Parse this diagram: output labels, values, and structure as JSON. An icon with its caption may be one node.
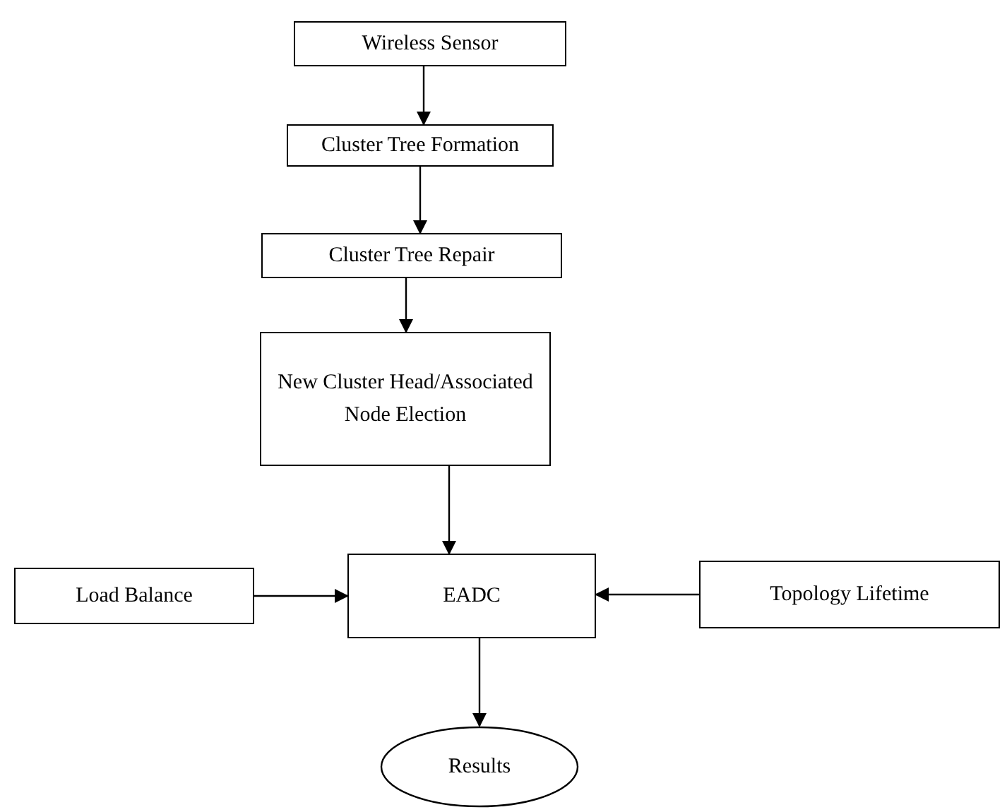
{
  "diagram": {
    "nodes": [
      {
        "text": [
          "Wireless Sensor"
        ]
      },
      {
        "text": [
          "Cluster Tree Formation"
        ]
      },
      {
        "text": [
          "Cluster Tree Repair"
        ]
      },
      {
        "text": [
          "New Cluster Head/Associated Node Election"
        ]
      },
      {
        "text": [
          "EADC"
        ]
      },
      {
        "text": [
          "Load Balance"
        ]
      },
      {
        "text": [
          "Topology Lifetime"
        ]
      },
      {
        "text": [
          "Results"
        ]
      }
    ],
    "edges": [
      {
        "from": 0,
        "to": 1,
        "arrow": "to"
      },
      {
        "from": 1,
        "to": 2,
        "arrow": "to"
      },
      {
        "from": 2,
        "to": 3,
        "arrow": "to"
      },
      {
        "from": 3,
        "to": 4,
        "arrow": "to"
      },
      {
        "from": 5,
        "to": 4,
        "arrow": "to"
      },
      {
        "from": 6,
        "to": 4,
        "arrow": "to"
      },
      {
        "from": 4,
        "to": 7,
        "arrow": "to"
      }
    ]
  }
}
